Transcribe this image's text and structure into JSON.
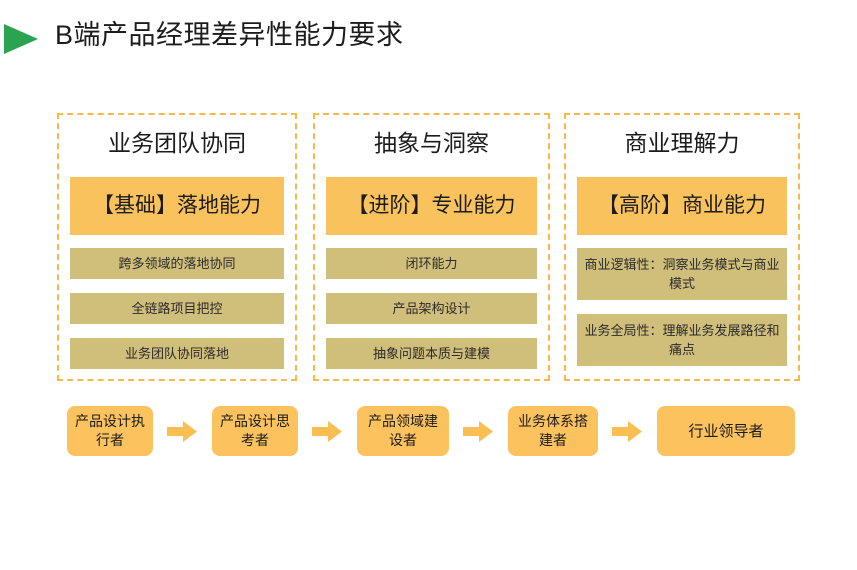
{
  "page": {
    "title": "B端产品经理差异性能力要求",
    "marker_icon": "green-triangle-bullet-icon",
    "colors": {
      "accent_green": "#2BA34F",
      "accent_orange": "#FAC25C",
      "item_tan": "#D0BE7B",
      "dashed_border": "#F7B94A",
      "background": "#FFFFFF"
    }
  },
  "columns": [
    {
      "header": "业务团队协同",
      "level": "【基础】落地能力",
      "items": [
        "跨多领域的落地协同",
        "全链路项目把控",
        "业务团队协同落地"
      ]
    },
    {
      "header": "抽象与洞察",
      "level": "【进阶】专业能力",
      "items": [
        "闭环能力",
        "产品架构设计",
        "抽象问题本质与建模"
      ]
    },
    {
      "header": "商业理解力",
      "level": "【高阶】商业能力",
      "items": [
        "商业逻辑性：洞察业务模式与商业模式",
        "业务全局性：理解业务发展路径和痛点"
      ]
    }
  ],
  "flow": {
    "arrow_icon": "right-arrow-icon",
    "nodes": [
      "产品设计执行者",
      "产品设计思考者",
      "产品领域建设者",
      "业务体系搭建者",
      "行业领导者"
    ]
  }
}
